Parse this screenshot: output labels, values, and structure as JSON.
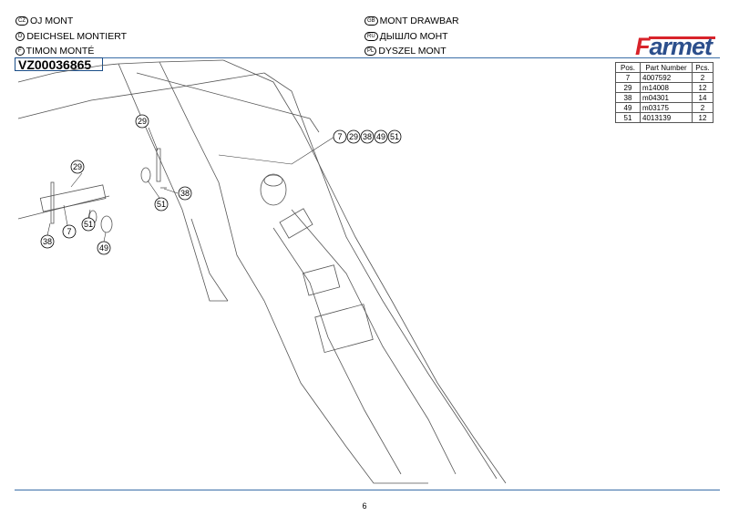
{
  "titles": {
    "cz": {
      "lang": "CZ",
      "text": "OJ MONT"
    },
    "d": {
      "lang": "D",
      "text": "DEICHSEL MONTIERT"
    },
    "f": {
      "lang": "F",
      "text": "TIMON MONTÉ"
    },
    "gb": {
      "lang": "GB",
      "text": "MONT DRAWBAR"
    },
    "ru": {
      "lang": "RU",
      "text": "ДЫШЛО МОНТ"
    },
    "pl": {
      "lang": "PL",
      "text": "DYSZEL MONT"
    }
  },
  "drawing_code": "VZ00036865",
  "logo": "Farmet",
  "parts_table": {
    "headers": [
      "Pos.",
      "Part Number",
      "Pcs."
    ],
    "rows": [
      [
        "7",
        "4007592",
        "2"
      ],
      [
        "29",
        "m14008",
        "12"
      ],
      [
        "38",
        "m04301",
        "14"
      ],
      [
        "49",
        "m03175",
        "2"
      ],
      [
        "51",
        "4013139",
        "12"
      ]
    ]
  },
  "callouts": [
    "29",
    "29",
    "38",
    "51",
    "7",
    "51",
    "38",
    "49",
    "7",
    "29",
    "38",
    "49",
    "51"
  ],
  "page_number": "6",
  "colors": {
    "rule": "#3b6ea8",
    "logo_red": "#d8232a",
    "logo_blue": "#2c4f8c"
  }
}
